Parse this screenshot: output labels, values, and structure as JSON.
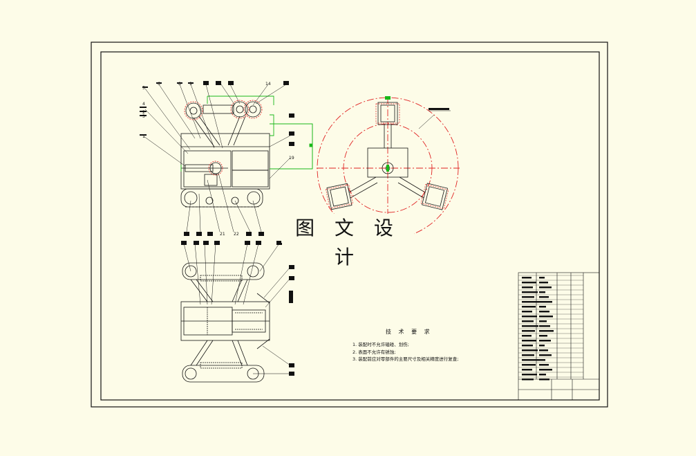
{
  "watermark": "图 文 设 计",
  "tech_requirements": {
    "title": "技 术 要 求",
    "notes": [
      "1. 装配时不允许磕碰、划伤;",
      "2. 表面不允许有锈蚀;",
      "3. 装配前应对零部件的主要尺寸及相关精度进行复查;"
    ]
  },
  "callouts": [
    "1",
    "2",
    "3",
    "4",
    "5",
    "6",
    "8",
    "9",
    "14",
    "19",
    "21",
    "22"
  ],
  "colors": {
    "background": "#fdfce8",
    "line": "#111111",
    "red_centerline": "#e02020",
    "green_dim": "#18b818"
  }
}
